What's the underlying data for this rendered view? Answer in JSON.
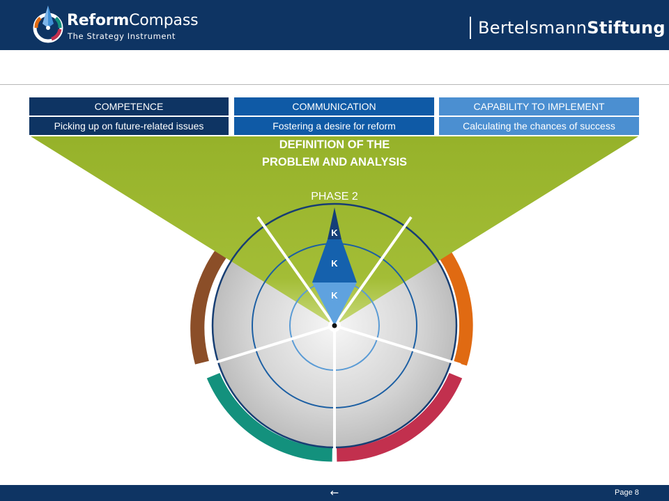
{
  "header": {
    "brand_bold": "Reform",
    "brand_rest": "Compass",
    "tagline": "The Strategy Instrument",
    "partner_regular": "Bertelsmann",
    "partner_bold": "Stiftung"
  },
  "categories": [
    {
      "title": "COMPETENCE",
      "subtitle": "Picking up on future-related issues"
    },
    {
      "title": "COMMUNICATION",
      "subtitle": "Fostering a desire for reform"
    },
    {
      "title": "CAPABILITY TO IMPLEMENT",
      "subtitle": "Calculating the chances of success"
    }
  ],
  "phase": {
    "title": "DEFINITION OF THE PROBLEM AND ANALYSIS",
    "number_label": "PHASE 2"
  },
  "compass": {
    "needle_labels": [
      "K",
      "K",
      "K"
    ]
  },
  "footer": {
    "back_icon": "left-arrow-icon",
    "page_label": "Page 8"
  },
  "colors": {
    "header_bg": "#0e3463",
    "competence": "#0e3463",
    "communication": "#0f5aa6",
    "capability": "#4b8fd1",
    "funnel_green": "#9ab52c",
    "segment_brown": "#8b4e28",
    "segment_orange": "#e06a12",
    "segment_red": "#c2304e",
    "segment_teal": "#13917d"
  }
}
